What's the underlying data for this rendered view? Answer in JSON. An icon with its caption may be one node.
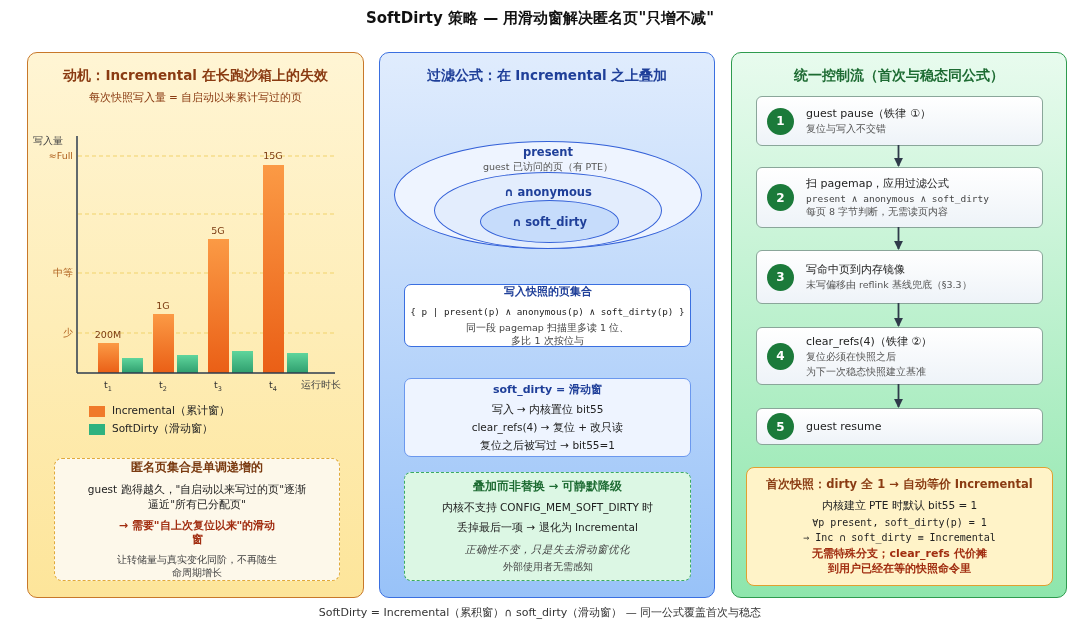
{
  "diagram": {
    "title": "SoftDirty 策略 — 用滑动窗解决匿名页\"只增不减\"",
    "caption": "SoftDirty = Incremental（累积窗）∩ soft_dirty（滑动窗） — 同一公式覆盖首次与稳态",
    "nodes": [
      {
        "text": [
          "动机：Incremental 在长跑沙箱上的失效",
          "每次快照写入量 = 自启动以来累计写过的页"
        ]
      },
      {
        "text": [
          "匿名页集合是单调递增的",
          "guest 跑得越久，\"自启动以来写过的页\"逐渐逼近\"所有已分配页\"",
          "→ 需要\"自上次复位以来\"的滑动窗",
          "让转储量与真实变化同阶，不再随生命周期增长"
        ],
        "in": 0
      },
      {
        "text": [
          "过滤公式：在 Incremental 之上叠加"
        ]
      },
      {
        "text": [
          "present",
          "guest 已访问的页（有 PTE）"
        ],
        "in": 2
      },
      {
        "text": [
          "∩ anonymous"
        ],
        "in": 3
      },
      {
        "text": [
          "∩ soft_dirty"
        ],
        "in": 4
      },
      {
        "text": [
          "写入快照的页集合",
          "{ p | present(p) ∧ anonymous(p) ∧ soft_dirty(p) }",
          "同一段 pagemap 扫描里多读 1 位、多比 1 次按位与"
        ],
        "in": 2
      },
      {
        "text": [
          "soft_dirty = 滑动窗",
          "写入 → 内核置位 bit55",
          "clear_refs(4) → 复位 + 改只读",
          "复位之后被写过 → bit55=1"
        ],
        "in": 2
      },
      {
        "text": [
          "叠加而非替换 → 可静默降级",
          "内核不支持 CONFIG_MEM_SOFT_DIRTY 时",
          "丢掉最后一项 → 退化为 Incremental",
          "正确性不变，只是失去滑动窗优化",
          "外部使用者无需感知"
        ],
        "in": 2
      },
      {
        "text": [
          "统一控制流（首次与稳态同公式）"
        ]
      },
      {
        "text": [
          "1",
          "guest pause（铁律 ①）",
          "复位与写入不交错"
        ],
        "in": 9
      },
      {
        "text": [
          "2",
          "扫 pagemap，应用过滤公式",
          "present ∧ anonymous ∧ soft_dirty",
          "每页 8 字节判断，无需读页内容"
        ],
        "in": 9
      },
      {
        "text": [
          "3",
          "写命中页到内存镜像",
          "未写偏移由 reflink 基线兜底（§3.3）"
        ],
        "in": 9
      },
      {
        "text": [
          "4",
          "clear_refs(4)（铁律 ②）",
          "复位必须在快照之后",
          "为下一次稳态快照建立基准"
        ],
        "in": 9
      },
      {
        "text": [
          "5",
          "guest resume"
        ],
        "in": 9
      },
      {
        "text": [
          "首次快照：dirty 全 1 → 自动等价 Incremental",
          "内核建立 PTE 时默认 bit55 = 1",
          "∀p present, soft_dirty(p) = 1",
          "⇒ Inc ∩ soft_dirty ≡ Incremental",
          "无需特殊分支；clear_refs 代价摊到用户已经在等的快照命令里"
        ],
        "in": 9
      }
    ],
    "edges": [
      {
        "from": 10,
        "to": 11,
        "arrow": "to"
      },
      {
        "from": 11,
        "to": 12,
        "arrow": "to"
      },
      {
        "from": 12,
        "to": 13,
        "arrow": "to"
      },
      {
        "from": 13,
        "to": 14,
        "arrow": "to"
      }
    ],
    "labels": [
      "写入量",
      "≈Full",
      "中等",
      "少",
      "15G",
      "5G",
      "1G",
      "200M",
      "t$_{1}$",
      "t$_{2}$",
      "t$_{3}$",
      "t$_{4}$",
      "运行时长"
    ],
    "legend": [
      {
        "text": "Incremental（累计窗）",
        "color": "#f07a2a"
      },
      {
        "text": "SoftDirty（滑动窗）",
        "color": "#2fb27f"
      }
    ]
  }
}
